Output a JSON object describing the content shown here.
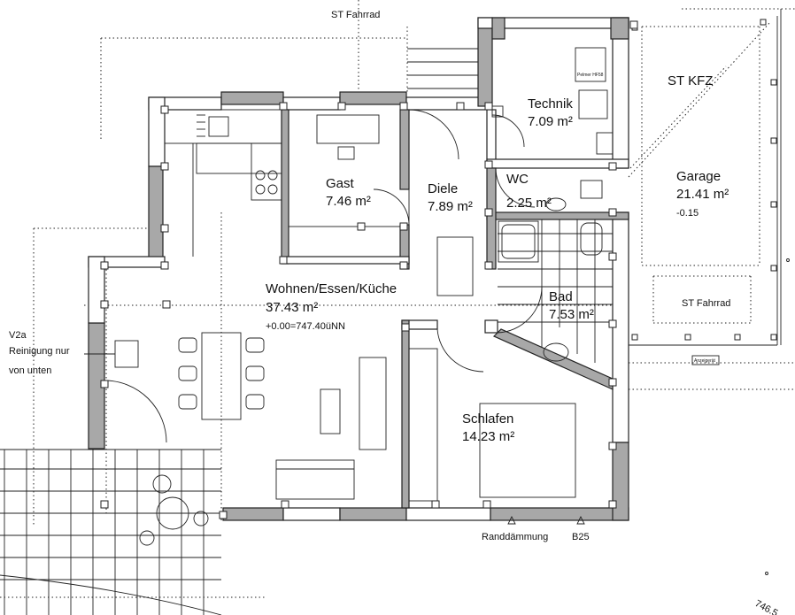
{
  "rooms": {
    "technik": {
      "name": "Technik",
      "area": "7.09 m²"
    },
    "gast": {
      "name": "Gast",
      "area": "7.46 m²"
    },
    "diele": {
      "name": "Diele",
      "area": "7.89 m²"
    },
    "wc": {
      "name": "WC",
      "area": "2.25 m²"
    },
    "wohnen": {
      "name": "Wohnen/Essen/Küche",
      "area": "37.43 m²",
      "level": "+0.00=747.40üNN"
    },
    "bad": {
      "name": "Bad",
      "area": "7.53 m²"
    },
    "schlafen": {
      "name": "Schlafen",
      "area": "14.23 m²"
    },
    "garage": {
      "name": "Garage",
      "area": "21.41 m²",
      "level": "-0.15"
    }
  },
  "parking": {
    "car": "ST KFZ",
    "bike_top": "ST Fahrrad",
    "bike_garage": "ST Fahrrad"
  },
  "notes": {
    "v2a_title": "V2a",
    "v2a_line1": "Reinigung nur",
    "v2a_line2": "von unten",
    "insulation": "Randdämmung",
    "b25": "B25",
    "elevation": "746.5",
    "heater": "Pelmer HF58",
    "garage_tag": "Anzeigerät"
  }
}
